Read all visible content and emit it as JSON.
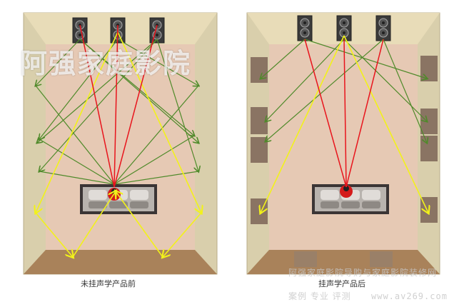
{
  "diagram": {
    "left_room": {
      "caption": "未挂声学产品前"
    },
    "right_room": {
      "caption": "挂声学产品后"
    },
    "watermark": {
      "logo_text": "阿强家庭影院",
      "line1": "阿强家庭影院导购与家庭影院装修网",
      "line2_left": "案例 专业 评测",
      "line2_url": "www.av269.com"
    },
    "colors": {
      "direct_sound": "#e8141c",
      "first_reflection": "#4f8a2a",
      "back_reflection": "#f2f21a",
      "floor": "#e6c9b4",
      "side_wall": "#d9cfac",
      "back_wall": "#a9825a",
      "panel": "#8a7463"
    }
  }
}
